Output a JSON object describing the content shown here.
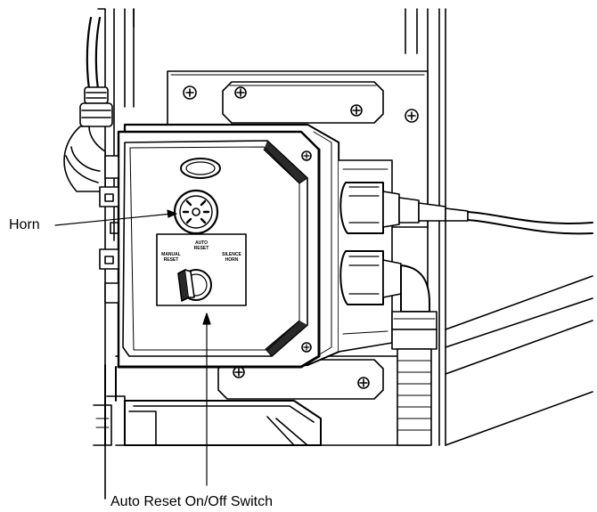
{
  "callouts": {
    "horn": "Horn",
    "switch": "Auto Reset On/Off Switch"
  },
  "panel_labels": {
    "top": "AUTO\nRESET",
    "left": "MANUAL\nRESET",
    "right": "SILENCE\nHORN"
  },
  "colors": {
    "line": "#000000",
    "background": "#ffffff",
    "shadow": "#2a2a2a",
    "light_fill": "#f4f4f4"
  }
}
